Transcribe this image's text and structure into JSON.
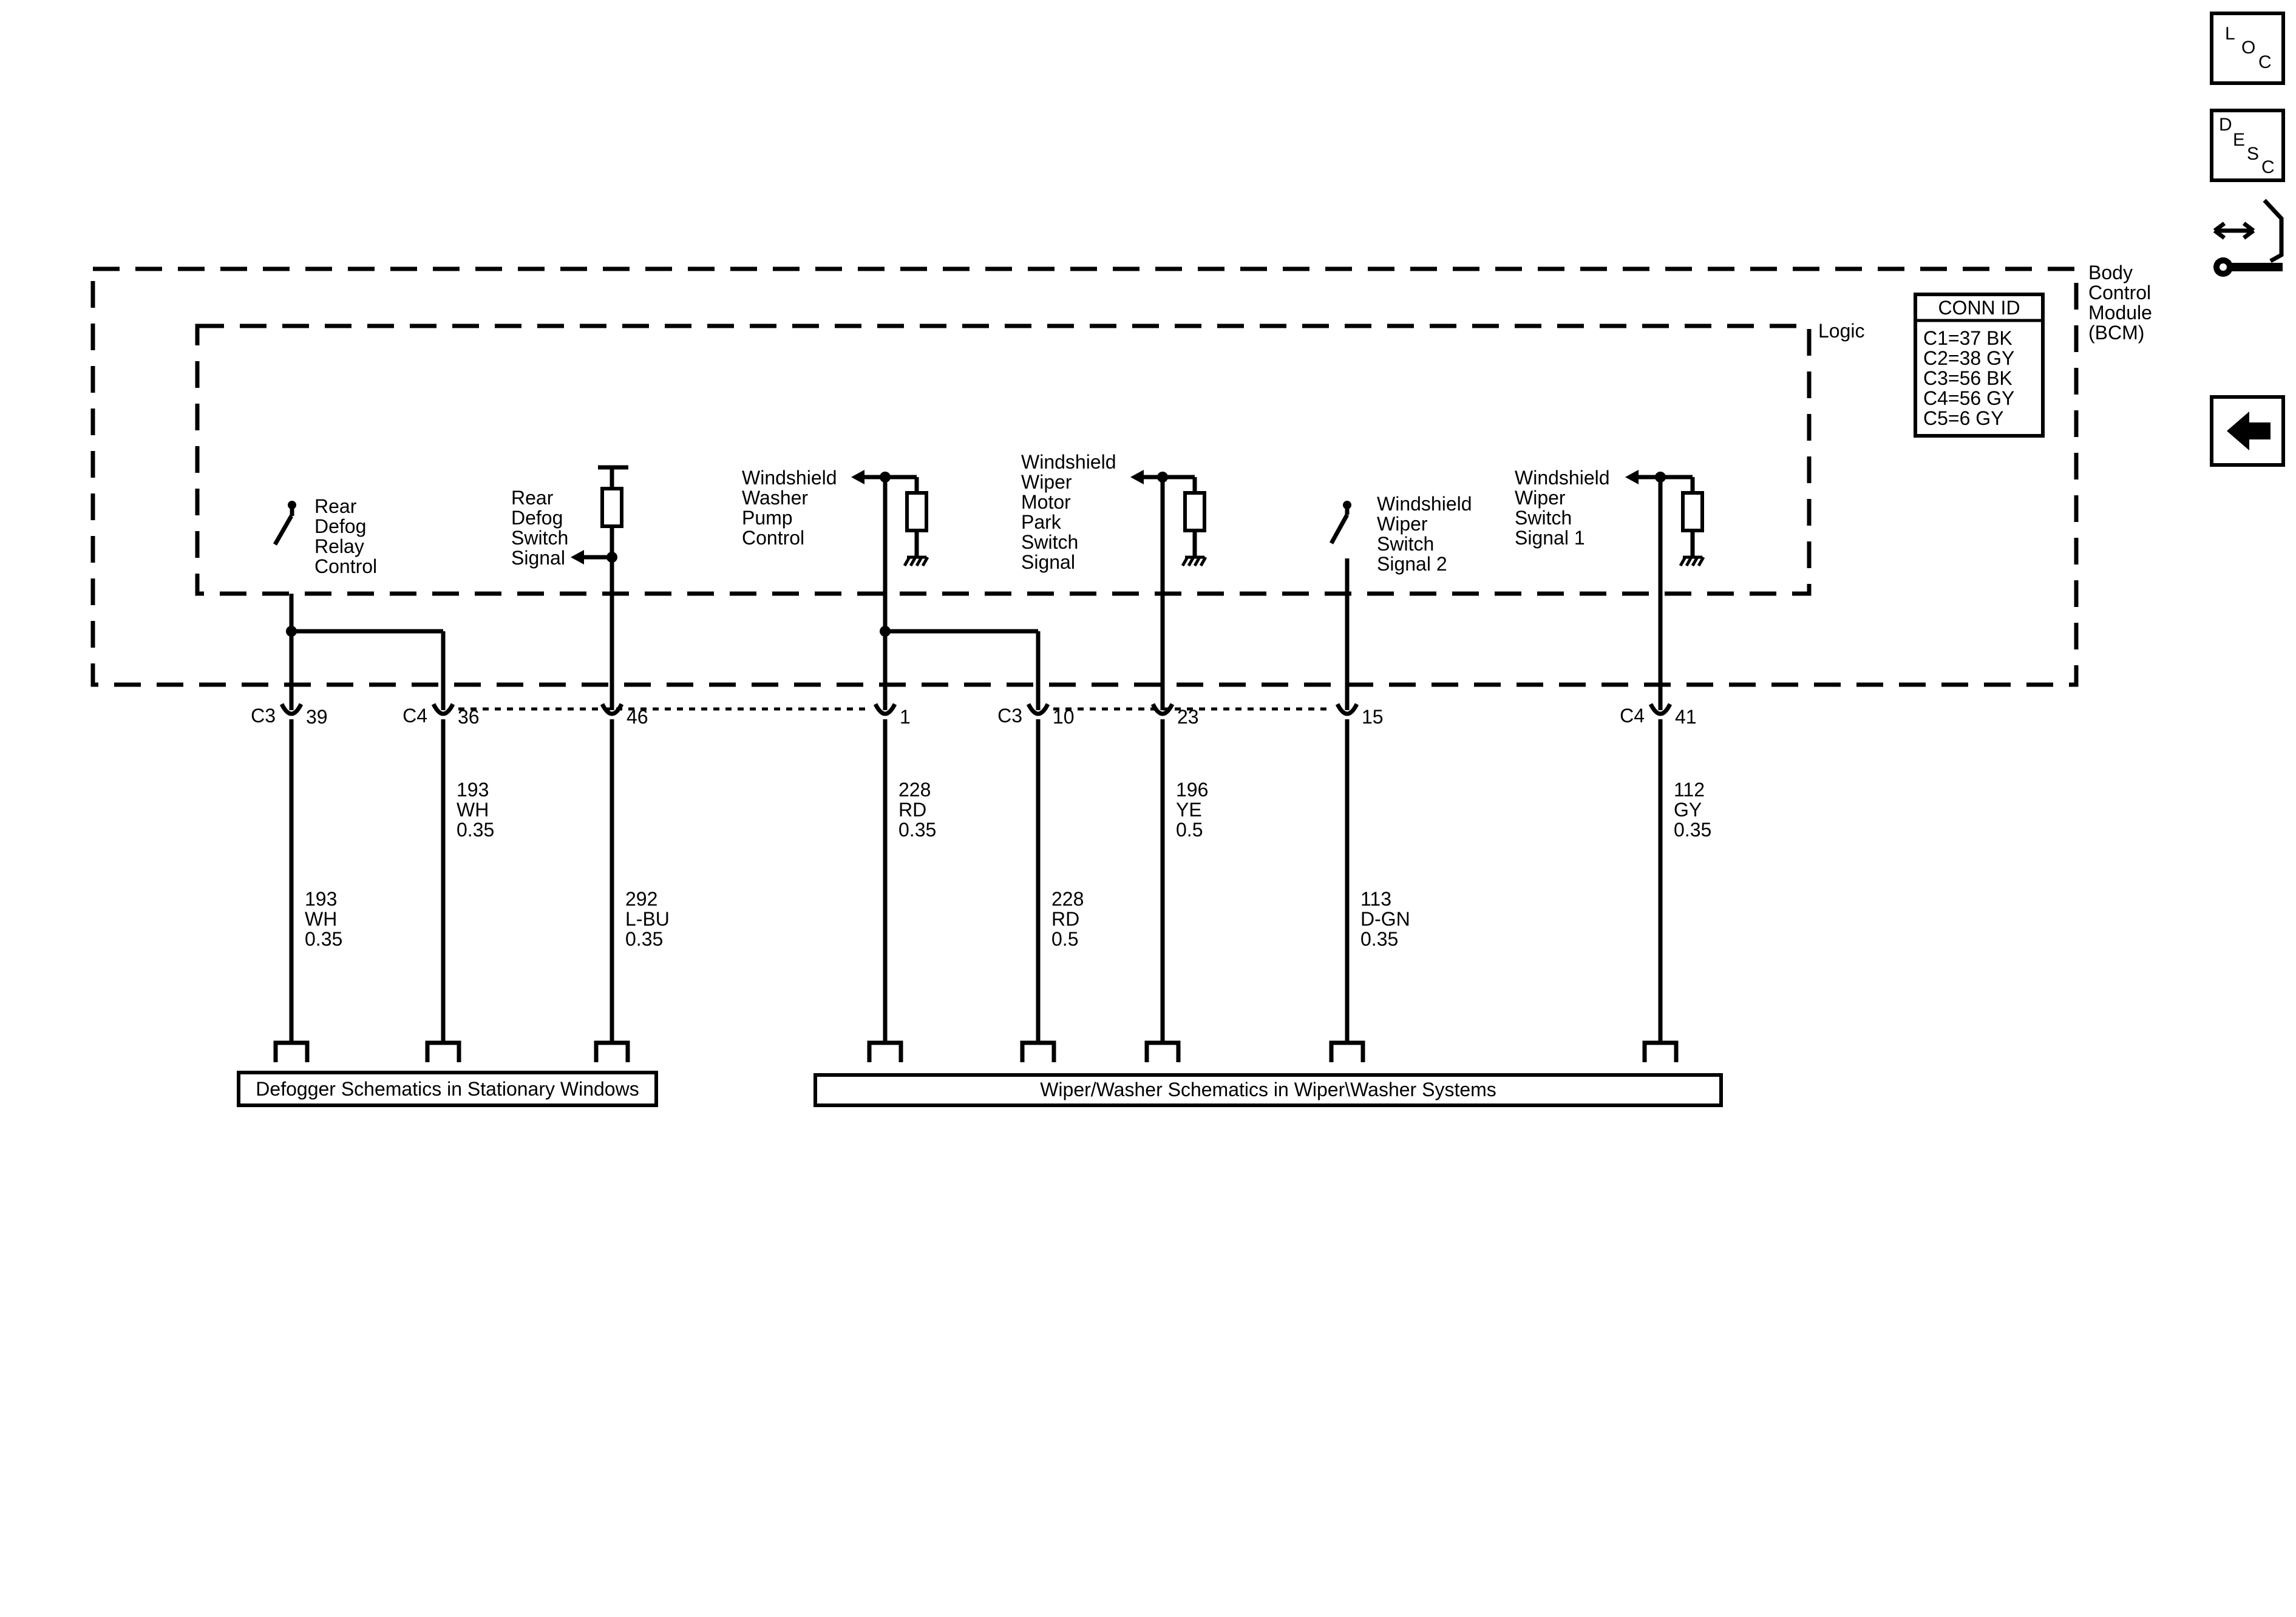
{
  "module": {
    "name_lines": [
      "Body",
      "Control",
      "Module",
      "(BCM)"
    ],
    "logic_label": "Logic"
  },
  "conn_id": {
    "title": "CONN ID",
    "rows": [
      "C1=37 BK",
      "C2=38 GY",
      "C3=56 BK",
      "C4=56 GY",
      "C5=6 GY"
    ]
  },
  "nav": {
    "loc": [
      "L",
      "O",
      "C"
    ],
    "desc": [
      "D",
      "E",
      "S",
      "C"
    ],
    "tools_icon": "connector-tools-icon",
    "back_icon": "back-arrow-icon"
  },
  "circuits": [
    {
      "label_lines": [
        "Rear",
        "Defog",
        "Relay",
        "Control"
      ],
      "connector": "C3",
      "pin": "39",
      "wire": [
        "193",
        "WH",
        "0.35"
      ]
    },
    {
      "label_lines": [],
      "connector": "C4",
      "pin": "36",
      "wire": [
        "193",
        "WH",
        "0.35"
      ]
    },
    {
      "label_lines": [
        "Rear",
        "Defog",
        "Switch",
        "Signal"
      ],
      "connector": "",
      "pin": "46",
      "wire": [
        "292",
        "L-BU",
        "0.35"
      ]
    },
    {
      "label_lines": [
        "Windshield",
        "Washer",
        "Pump",
        "Control"
      ],
      "connector": "",
      "pin": "1",
      "wire": [
        "228",
        "RD",
        "0.35"
      ]
    },
    {
      "label_lines": [],
      "connector": "C3",
      "pin": "10",
      "wire": [
        "228",
        "RD",
        "0.5"
      ]
    },
    {
      "label_lines": [
        "Windshield",
        "Wiper",
        "Motor",
        "Park",
        "Switch",
        "Signal"
      ],
      "connector": "",
      "pin": "23",
      "wire": [
        "196",
        "YE",
        "0.5"
      ]
    },
    {
      "label_lines": [
        "Windshield",
        "Wiper",
        "Switch",
        "Signal 2"
      ],
      "connector": "",
      "pin": "15",
      "wire": [
        "113",
        "D-GN",
        "0.35"
      ]
    },
    {
      "label_lines": [
        "Windshield",
        "Wiper",
        "Switch",
        "Signal 1"
      ],
      "connector": "C4",
      "pin": "41",
      "wire": [
        "112",
        "GY",
        "0.35"
      ]
    }
  ],
  "references": {
    "defogger": "Defogger Schematics in Stationary Windows",
    "wiper": "Wiper/Washer Schematics in Wiper\\Washer Systems"
  }
}
